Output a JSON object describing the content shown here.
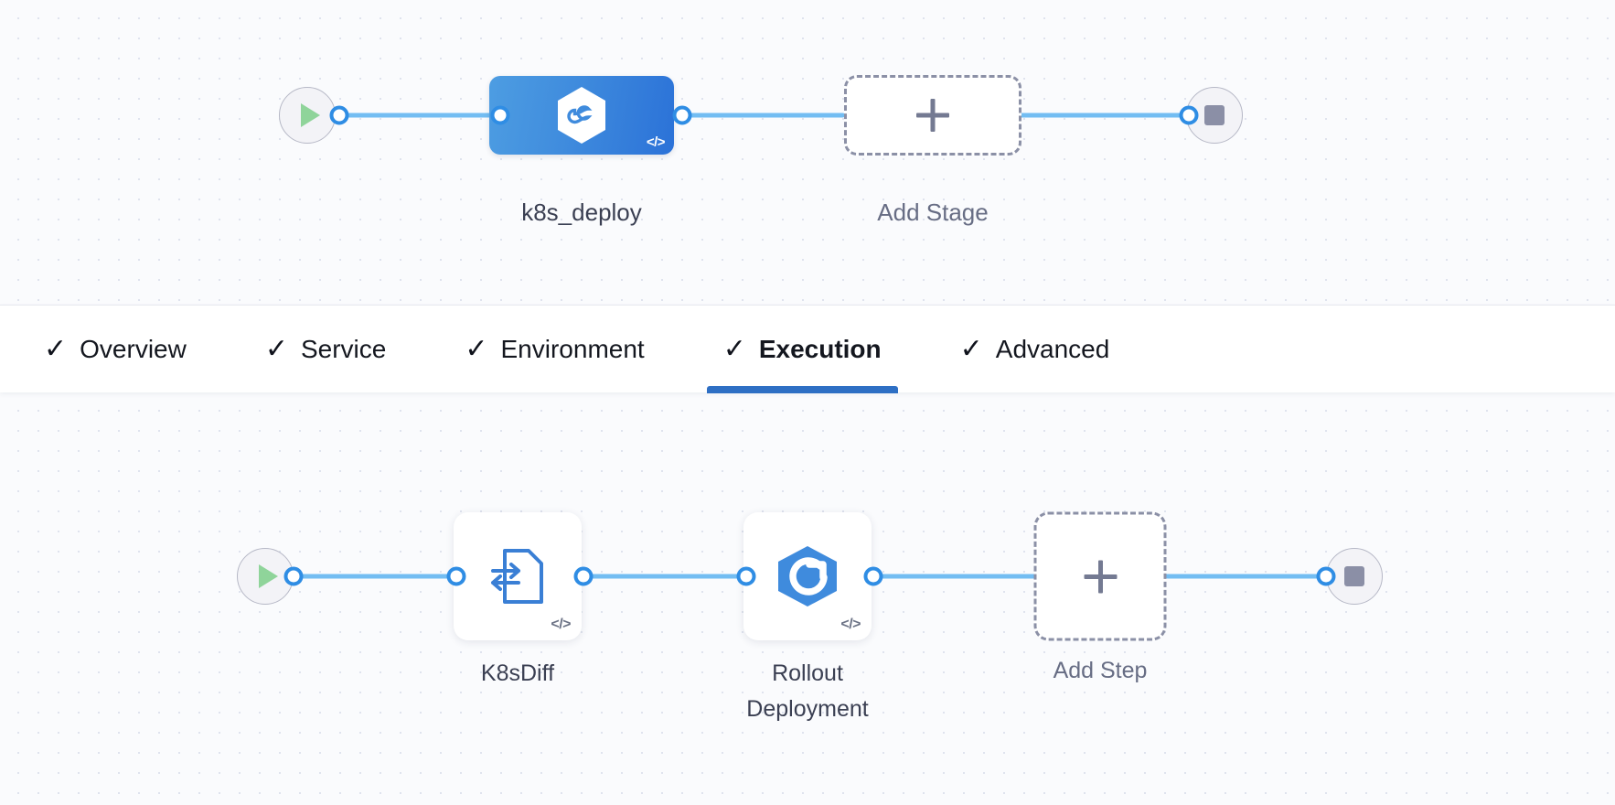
{
  "theme": {
    "canvas_bg": "#fafbfd",
    "dot_color": "#dfe3ee",
    "connector_color": "#73bdf2",
    "port_ring": "#2f8de4",
    "accent_blue": "#2e6fc4",
    "stage_node_gradient_from": "#4d9de2",
    "stage_node_gradient_to": "#2b72d8",
    "play_green": "#8fd49a",
    "stop_gray": "#8b8fa6",
    "dashed_border": "#8b90a6"
  },
  "stage_graph": {
    "start_node": {
      "name": "start",
      "icon": "play-icon"
    },
    "end_node": {
      "name": "end",
      "icon": "stop-icon"
    },
    "nodes": [
      {
        "id": "k8s_deploy",
        "label": "k8s_deploy",
        "icon": "harness-hexagon-infinity-icon",
        "code_badge": "</>",
        "type": "deploy-stage",
        "selected": true
      }
    ],
    "add_node": {
      "label": "Add Stage",
      "icon": "plus-icon"
    }
  },
  "tabs": {
    "items": [
      {
        "label": "Overview",
        "check": "✓",
        "active": false
      },
      {
        "label": "Service",
        "check": "✓",
        "active": false
      },
      {
        "label": "Environment",
        "check": "✓",
        "active": false
      },
      {
        "label": "Execution",
        "check": "✓",
        "active": true
      },
      {
        "label": "Advanced",
        "check": "✓",
        "active": false
      }
    ],
    "active_index": 3
  },
  "step_graph": {
    "start_node": {
      "name": "start",
      "icon": "play-icon"
    },
    "end_node": {
      "name": "end",
      "icon": "stop-icon"
    },
    "nodes": [
      {
        "id": "k8sdiff",
        "label": "K8sDiff",
        "icon": "document-diff-arrows-icon",
        "code_badge": "</>",
        "type": "step"
      },
      {
        "id": "rollout_deployment",
        "label": "Rollout\nDeployment",
        "icon": "hexagon-rollout-refresh-icon",
        "code_badge": "</>",
        "type": "step"
      }
    ],
    "add_node": {
      "label": "Add Step",
      "icon": "plus-icon"
    }
  }
}
